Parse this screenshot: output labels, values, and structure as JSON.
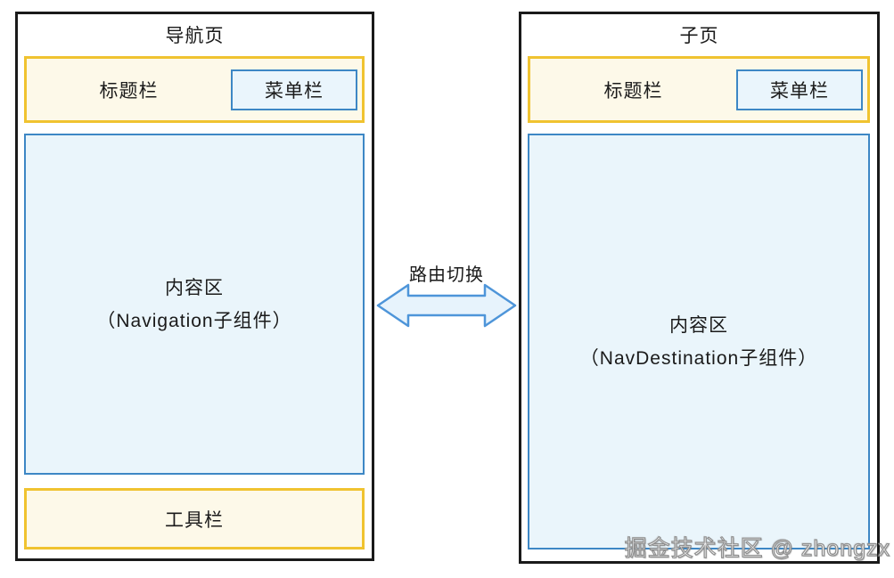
{
  "diagram": {
    "nav_page": {
      "title": "导航页",
      "title_bar": {
        "label": "标题栏",
        "menu_label": "菜单栏"
      },
      "content": {
        "line1": "内容区",
        "line2": "（Navigation子组件）"
      },
      "toolbar_label": "工具栏"
    },
    "sub_page": {
      "title": "子页",
      "title_bar": {
        "label": "标题栏",
        "menu_label": "菜单栏"
      },
      "content": {
        "line1": "内容区",
        "line2": "（NavDestination子组件）"
      }
    },
    "arrow": {
      "label": "路由切换"
    },
    "watermark": "掘金技术社区 @ zhongzx",
    "colors": {
      "outline": "#1a1a1a",
      "yellow_border": "#f0c330",
      "yellow_bg": "#fdf9e9",
      "blue_border": "#3d87c5",
      "blue_bg": "#eaf5fb",
      "arrow_border": "#4e95d9",
      "arrow_fill": "#e7f3fc"
    }
  }
}
